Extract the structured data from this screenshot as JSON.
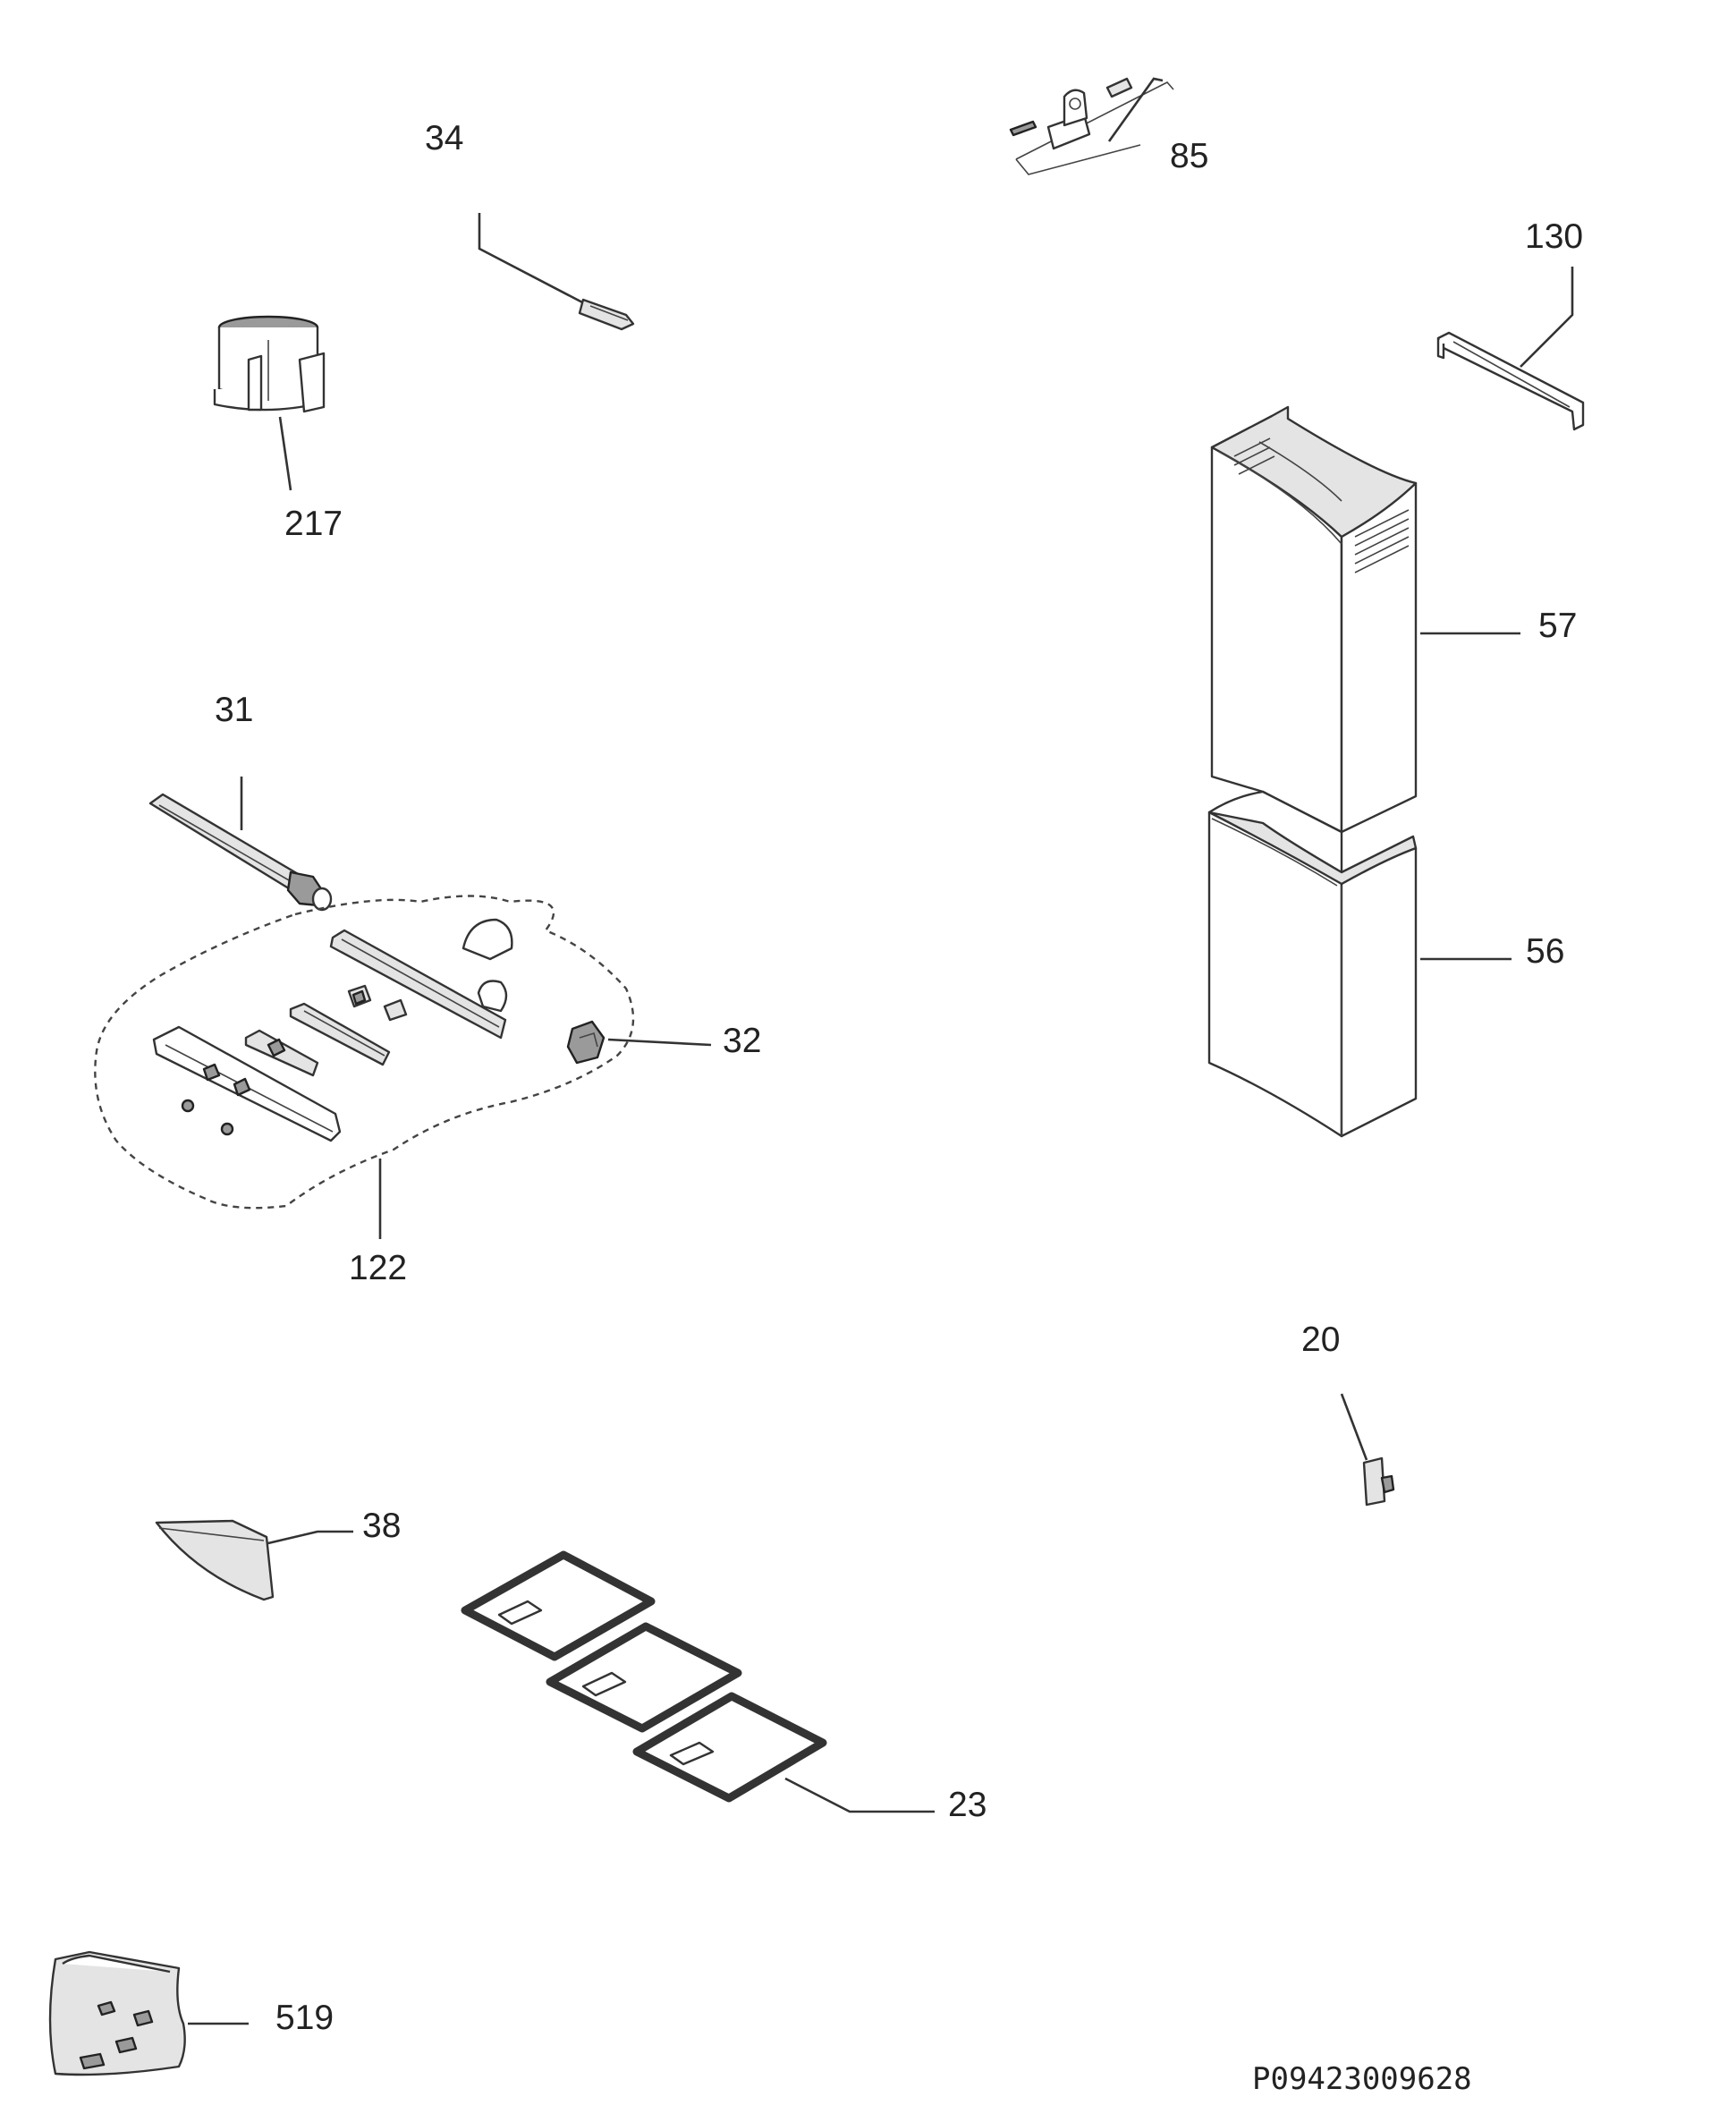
{
  "parts": [
    {
      "id": "p34",
      "number": "34"
    },
    {
      "id": "p85",
      "number": "85"
    },
    {
      "id": "p130",
      "number": "130"
    },
    {
      "id": "p217",
      "number": "217"
    },
    {
      "id": "p57",
      "number": "57"
    },
    {
      "id": "p31",
      "number": "31"
    },
    {
      "id": "p56",
      "number": "56"
    },
    {
      "id": "p32",
      "number": "32"
    },
    {
      "id": "p122",
      "number": "122"
    },
    {
      "id": "p20",
      "number": "20"
    },
    {
      "id": "p38",
      "number": "38"
    },
    {
      "id": "p23",
      "number": "23"
    },
    {
      "id": "p519",
      "number": "519"
    }
  ],
  "drawing_code": "P09423009628"
}
